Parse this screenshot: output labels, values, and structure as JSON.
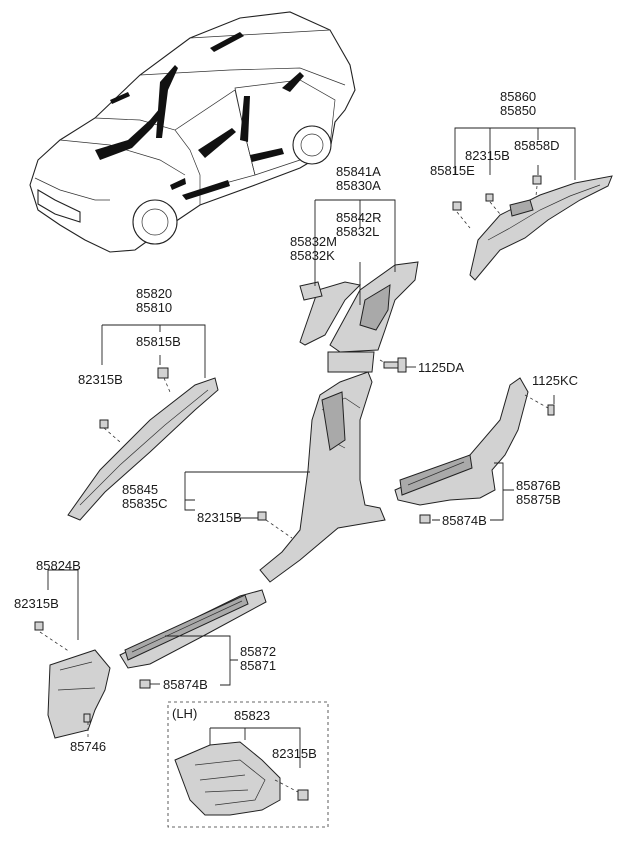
{
  "labels": {
    "p85860": "85860",
    "p85850": "85850",
    "p82315b_rear": "82315B",
    "p85858d": "85858D",
    "p85815e": "85815E",
    "p85841a": "85841A",
    "p85830a": "85830A",
    "p85842r": "85842R",
    "p85832l": "85832L",
    "p85832m": "85832M",
    "p85832k": "85832K",
    "p85820": "85820",
    "p85810": "85810",
    "p85815b": "85815B",
    "p82315b_a": "82315B",
    "p1125da": "1125DA",
    "p1125kc": "1125KC",
    "p85845": "85845",
    "p85835c": "85835C",
    "p82315b_b": "82315B",
    "p85876b": "85876B",
    "p85875b": "85875B",
    "p85874b_rear": "85874B",
    "p85824b": "85824B",
    "p82315b_kick": "82315B",
    "p85872": "85872",
    "p85871": "85871",
    "p85874b_front": "85874B",
    "p85746": "85746",
    "lh": "(LH)",
    "p85823": "85823",
    "p82315b_lh": "82315B"
  }
}
